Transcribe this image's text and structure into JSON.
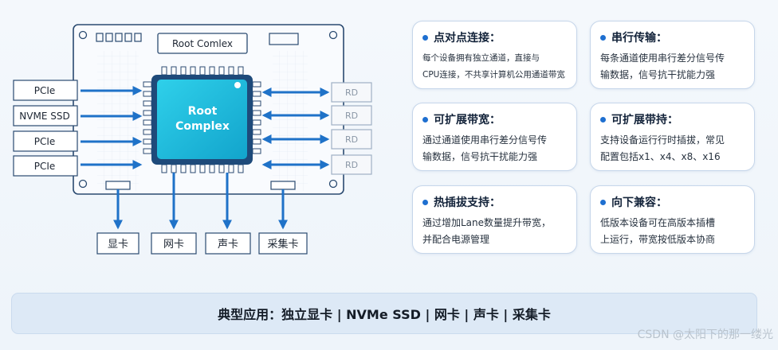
{
  "board": {
    "title": "Root Comlex",
    "chip_line1": "Root",
    "chip_line2": "Complex",
    "left_slots": [
      "PCIe",
      "NVME SSD",
      "PCIe",
      "PCIe"
    ],
    "right_slots": [
      "RD",
      "RD",
      "RD",
      "RD"
    ],
    "bottom_devices": [
      "显卡",
      "网卡",
      "声卡",
      "采集卡"
    ]
  },
  "features": [
    {
      "title": "点对点连接：",
      "lines": [
        "每个设备拥有独立通道，直接与",
        "CPU连接，不共享计算机公用通道带宽"
      ]
    },
    {
      "title": "串行传输：",
      "lines": [
        "每条通道使用串行差分信号传",
        "输数据，信号抗干扰能力强"
      ]
    },
    {
      "title": "可扩展带宽：",
      "lines": [
        "通过通道使用串行差分信号传",
        "输数据，信号抗干扰能力强"
      ]
    },
    {
      "title": "可扩展带持：",
      "lines": [
        "支持设备运行行时插拔，常见",
        "配置包括x1、x4、x8、x16"
      ]
    },
    {
      "title": "热插拔支持：",
      "lines": [
        "通过增加Lane数量提升带宽，",
        "并配合电源管理"
      ]
    },
    {
      "title": "向下兼容：",
      "lines": [
        "低版本设备可在高版本插槽",
        "上运行，带宽按低版本协商"
      ]
    }
  ],
  "banner": "典型应用：独立显卡 | NVMe SSD | 网卡 | 声卡 | 采集卡",
  "watermark": "CSDN @太阳下的那一缕光",
  "colors": {
    "accent": "#1e6fd0",
    "chip": "#1fb6d8",
    "arrow": "#1f72c8",
    "line": "#2a4a70"
  }
}
